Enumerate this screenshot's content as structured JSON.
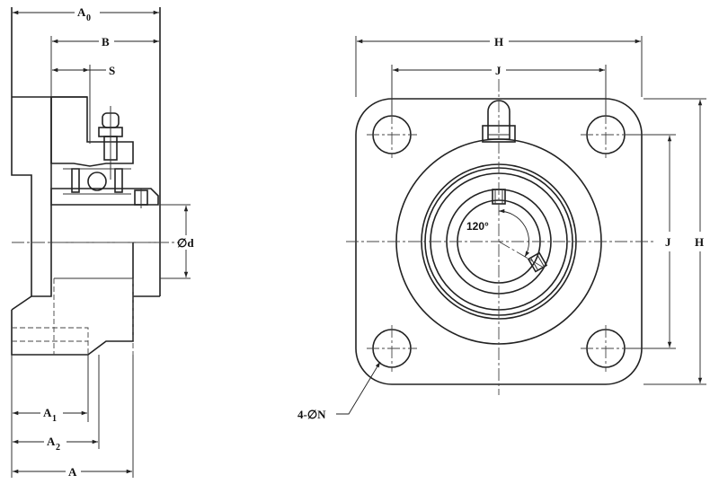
{
  "side_view": {
    "dims": {
      "a0_base": "A",
      "a0_sub": "0",
      "b": "B",
      "s": "S",
      "d": "∅d",
      "a1_base": "A",
      "a1_sub": "1",
      "a2_base": "A",
      "a2_sub": "2",
      "a": "A"
    }
  },
  "front_view": {
    "dims": {
      "h_top": "H",
      "j_top": "J",
      "j_right": "J",
      "h_right": "H",
      "angle": "120°",
      "holes": "4-∅N"
    }
  }
}
